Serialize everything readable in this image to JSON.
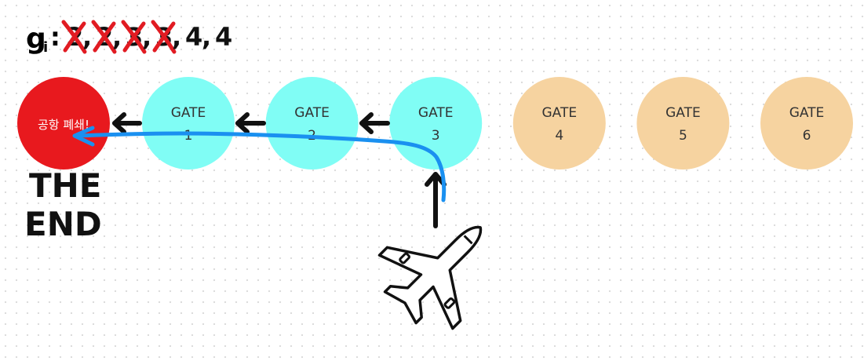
{
  "title": {
    "prefix": "g",
    "subscript": "i",
    "colon": ":",
    "sequence": [
      "2",
      "2",
      "3",
      "3",
      "4",
      "4"
    ],
    "crossed_out": [
      true,
      true,
      true,
      true,
      false,
      false
    ]
  },
  "closed_node": {
    "label": "공항 폐쇄!",
    "color": "#e8191e"
  },
  "gates": [
    {
      "label": "GATE",
      "number": "1",
      "color": "#80fdf5"
    },
    {
      "label": "GATE",
      "number": "2",
      "color": "#80fdf5"
    },
    {
      "label": "GATE",
      "number": "3",
      "color": "#80fdf5"
    },
    {
      "label": "GATE",
      "number": "4",
      "color": "#f6d3a0"
    },
    {
      "label": "GATE",
      "number": "5",
      "color": "#f6d3a0"
    },
    {
      "label": "GATE",
      "number": "6",
      "color": "#f6d3a0"
    }
  ],
  "end_text": {
    "line1": "THE",
    "line2": "END"
  },
  "colors": {
    "cross": "#e11b22",
    "path": "#1a90f0",
    "arrow": "#111111"
  },
  "icons": {
    "plane": "airplane-icon"
  }
}
